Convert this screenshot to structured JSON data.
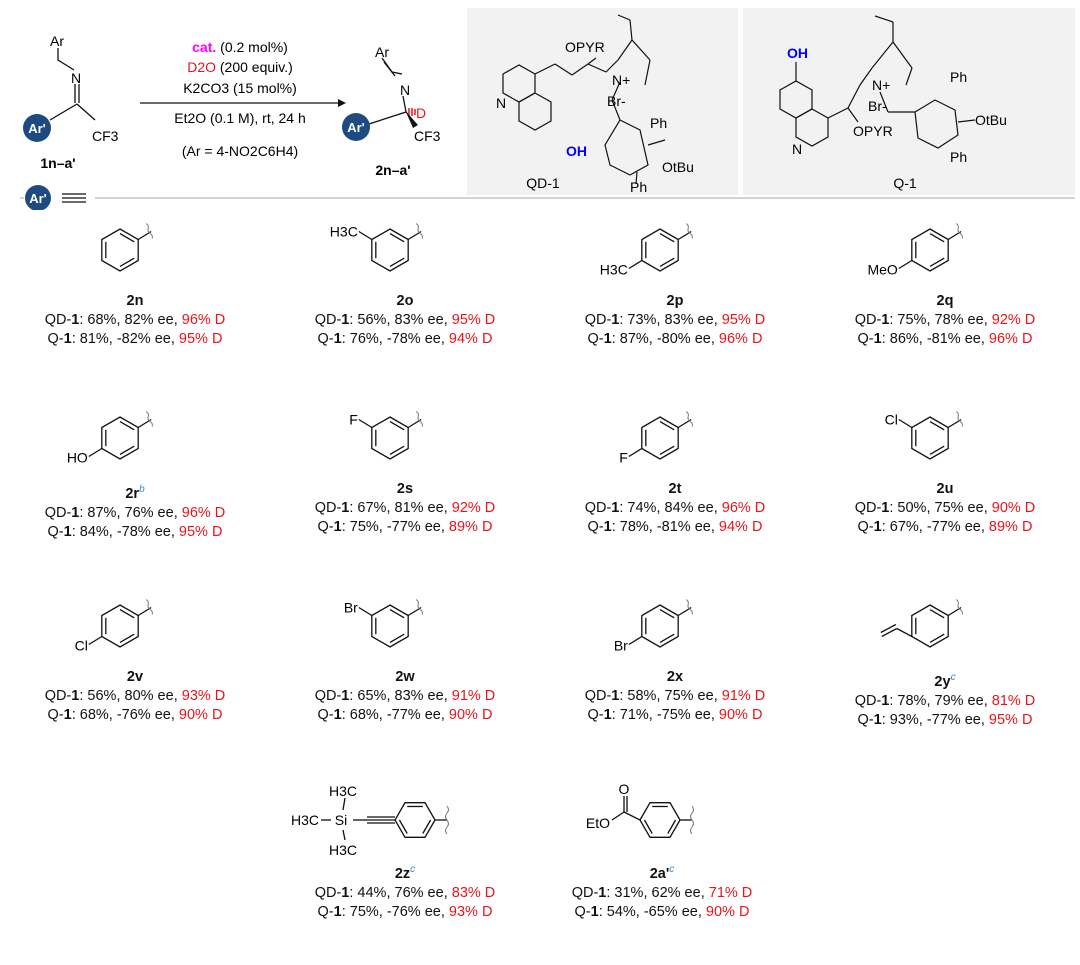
{
  "scheme": {
    "reactant": {
      "ar": "Ar",
      "n": "N",
      "ar_prime": "Ar'",
      "cf3": "CF3",
      "label": "1n–a'"
    },
    "conditions": {
      "cat": "cat.",
      "cat_amount": "(0.2 mol%)",
      "d2o": "D2O",
      "d2o_amount": "(200 equiv.)",
      "base": "K2CO3 (15 mol%)",
      "solvent": "Et2O (0.1 M), rt, 24 h",
      "ar_def": "(Ar = 4-NO2C6H4)"
    },
    "product": {
      "ar": "Ar",
      "n": "N",
      "d": "D",
      "ar_prime": "Ar'",
      "cf3": "CF3",
      "label": "2n–a'"
    },
    "ar_prime_legend": "Ar'",
    "colors": {
      "cat": "#ff00ff",
      "d": "#e8141b",
      "oh": "#0000ff",
      "ar_circle": "#1d4a80",
      "sup": "#2a8fd6"
    }
  },
  "catalysts": [
    {
      "name": "QD-1",
      "opyr": "OPYR",
      "n_plus": "N+",
      "br": "Br-",
      "n": "N",
      "oh": "OH",
      "ph": "Ph",
      "otbu": "OtBu"
    },
    {
      "name": "Q-1",
      "opyr": "OPYR",
      "n_plus": "N+",
      "br": "Br-",
      "n": "N",
      "oh": "OH",
      "ph": "Ph",
      "otbu": "OtBu"
    }
  ],
  "cat_labels": {
    "qd_prefix": "QD-",
    "q_prefix": "Q-",
    "num": "1"
  },
  "compounds": [
    {
      "id": "2n",
      "sup": "",
      "sub": "",
      "pos": "none",
      "qd": {
        "text": ": 68%, 82% ee, ",
        "d": "96% D"
      },
      "q": {
        "text": ": 81%, -82% ee, ",
        "d": "95% D"
      }
    },
    {
      "id": "2o",
      "sup": "",
      "sub": "H3C",
      "pos": "meta",
      "qd": {
        "text": ": 56%, 83% ee, ",
        "d": "95% D"
      },
      "q": {
        "text": ": 76%, -78% ee, ",
        "d": "94% D"
      }
    },
    {
      "id": "2p",
      "sup": "",
      "sub": "H3C",
      "pos": "para",
      "qd": {
        "text": ": 73%, 83% ee, ",
        "d": "95% D"
      },
      "q": {
        "text": ": 87%, -80% ee, ",
        "d": "96% D"
      }
    },
    {
      "id": "2q",
      "sup": "",
      "sub": "MeO",
      "pos": "para",
      "qd": {
        "text": ": 75%, 78% ee, ",
        "d": "92% D"
      },
      "q": {
        "text": ": 86%, -81% ee, ",
        "d": "96% D"
      }
    },
    {
      "id": "2r",
      "sup": "b",
      "sub": "HO",
      "pos": "para",
      "qd": {
        "text": ": 87%, 76% ee, ",
        "d": "96% D"
      },
      "q": {
        "text": ": 84%, -78% ee, ",
        "d": "95% D"
      }
    },
    {
      "id": "2s",
      "sup": "",
      "sub": "F",
      "pos": "meta",
      "qd": {
        "text": ": 67%, 81% ee, ",
        "d": "92% D"
      },
      "q": {
        "text": ": 75%, -77% ee, ",
        "d": "89% D"
      }
    },
    {
      "id": "2t",
      "sup": "",
      "sub": "F",
      "pos": "para",
      "qd": {
        "text": ": 74%, 84% ee, ",
        "d": "96% D"
      },
      "q": {
        "text": ": 78%, -81% ee, ",
        "d": "94% D"
      }
    },
    {
      "id": "2u",
      "sup": "",
      "sub": "Cl",
      "pos": "meta",
      "qd": {
        "text": ": 50%, 75% ee, ",
        "d": "90% D"
      },
      "q": {
        "text": ": 67%, -77% ee, ",
        "d": "89% D"
      }
    },
    {
      "id": "2v",
      "sup": "",
      "sub": "Cl",
      "pos": "para",
      "qd": {
        "text": ": 56%, 80% ee, ",
        "d": "93% D"
      },
      "q": {
        "text": ": 68%, -76% ee, ",
        "d": "90% D"
      }
    },
    {
      "id": "2w",
      "sup": "",
      "sub": "Br",
      "pos": "meta",
      "qd": {
        "text": ": 65%, 83% ee, ",
        "d": "91% D"
      },
      "q": {
        "text": ": 68%, -77% ee, ",
        "d": "90% D"
      }
    },
    {
      "id": "2x",
      "sup": "",
      "sub": "Br",
      "pos": "para",
      "qd": {
        "text": ": 58%, 75% ee, ",
        "d": "91% D"
      },
      "q": {
        "text": ": 71%, -75% ee, ",
        "d": "90% D"
      }
    },
    {
      "id": "2y",
      "sup": "c",
      "sub": "",
      "pos": "vinyl",
      "qd": {
        "text": ": 78%, 79% ee, ",
        "d": "81% D"
      },
      "q": {
        "text": ": 93%, -77% ee, ",
        "d": "95% D"
      }
    },
    {
      "id": "2z",
      "sup": "c",
      "sub": "H3C",
      "pos": "tms",
      "qd": {
        "text": ": 44%, 76% ee, ",
        "d": "83% D"
      },
      "q": {
        "text": ": 75%, -76% ee, ",
        "d": "93% D"
      },
      "si": "Si"
    },
    {
      "id": "2a'",
      "sup": "c",
      "sub": "EtO",
      "pos": "ester",
      "qd": {
        "text": ": 31%, 62% ee, ",
        "d": "71% D"
      },
      "q": {
        "text": ": 54%, -65% ee, ",
        "d": "90% D"
      },
      "o": "O"
    }
  ]
}
